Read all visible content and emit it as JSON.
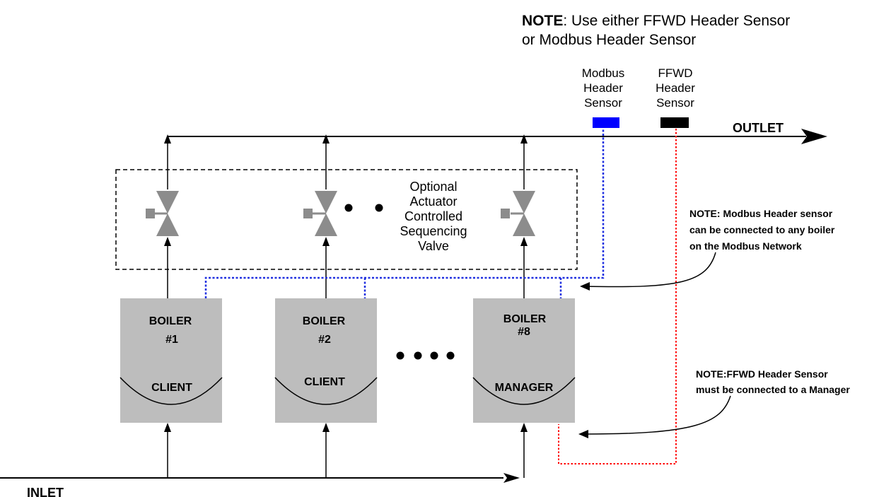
{
  "top_note": {
    "label": "NOTE",
    "text": ": Use either FFWD Header Sensor",
    "text_line2": "or Modbus Header Sensor"
  },
  "sensors": {
    "modbus": [
      "Modbus",
      "Header",
      "Sensor"
    ],
    "ffwd": [
      "FFWD",
      "Header",
      "Sensor"
    ]
  },
  "pipes": {
    "outlet": "OUTLET",
    "inlet": "INLET"
  },
  "valve_group": {
    "label": [
      "Optional",
      "Actuator",
      "Controlled",
      "Sequencing",
      "Valve"
    ]
  },
  "boilers": [
    {
      "title": "BOILER",
      "number": "#1",
      "role": "CLIENT"
    },
    {
      "title": "BOILER",
      "number": "#2",
      "role": "CLIENT"
    },
    {
      "title": "BOILER",
      "number": "#8",
      "role": "MANAGER"
    }
  ],
  "notes": {
    "modbus": [
      "NOTE: Modbus Header sensor",
      "can be connected to any boiler",
      "on the Modbus Network"
    ],
    "ffwd": [
      "NOTE:FFWD Header Sensor",
      "must be connected to a Manager"
    ]
  },
  "colors": {
    "boiler_fill": "#bdbdbd",
    "valve_fill": "#8c8c8c",
    "modbus_sensor": "#0000ff",
    "modbus_wire": "#2030e0",
    "ffwd_sensor": "#000000",
    "ffwd_wire": "#ff0000"
  }
}
